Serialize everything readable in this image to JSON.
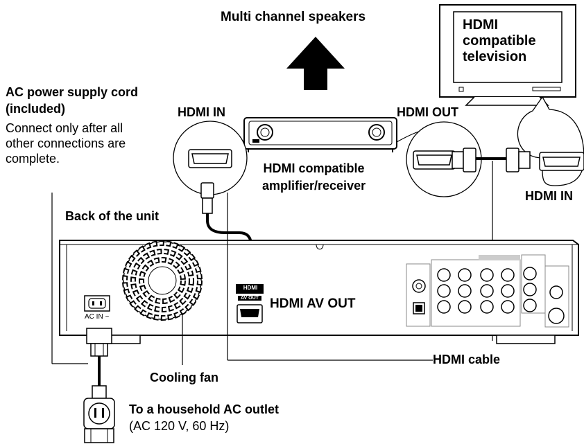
{
  "labels": {
    "speakers": "Multi channel speakers",
    "tv_line1": "HDMI",
    "tv_line2": "compatible",
    "tv_line3": "television",
    "ac_title_line1": "AC power supply cord",
    "ac_title_line2": "(included)",
    "ac_note_line1": "Connect only after all",
    "ac_note_line2": "other connections are",
    "ac_note_line3": "complete.",
    "hdmi_in_left": "HDMI IN",
    "hdmi_out": "HDMI OUT",
    "hdmi_in_right": "HDMI IN",
    "amp_line1": "HDMI compatible",
    "amp_line2": "amplifier/receiver",
    "back_of_unit": "Back of the unit",
    "hdmi_av_out": "HDMI AV OUT",
    "hdmi_cable": "HDMI cable",
    "cooling_fan": "Cooling fan",
    "outlet_title": "To a household AC outlet",
    "outlet_spec": "(AC 120 V, 60 Hz)",
    "ac_in": "AC IN",
    "port_hdmi_logo": "HDMI",
    "port_av_out": "AV OUT"
  }
}
